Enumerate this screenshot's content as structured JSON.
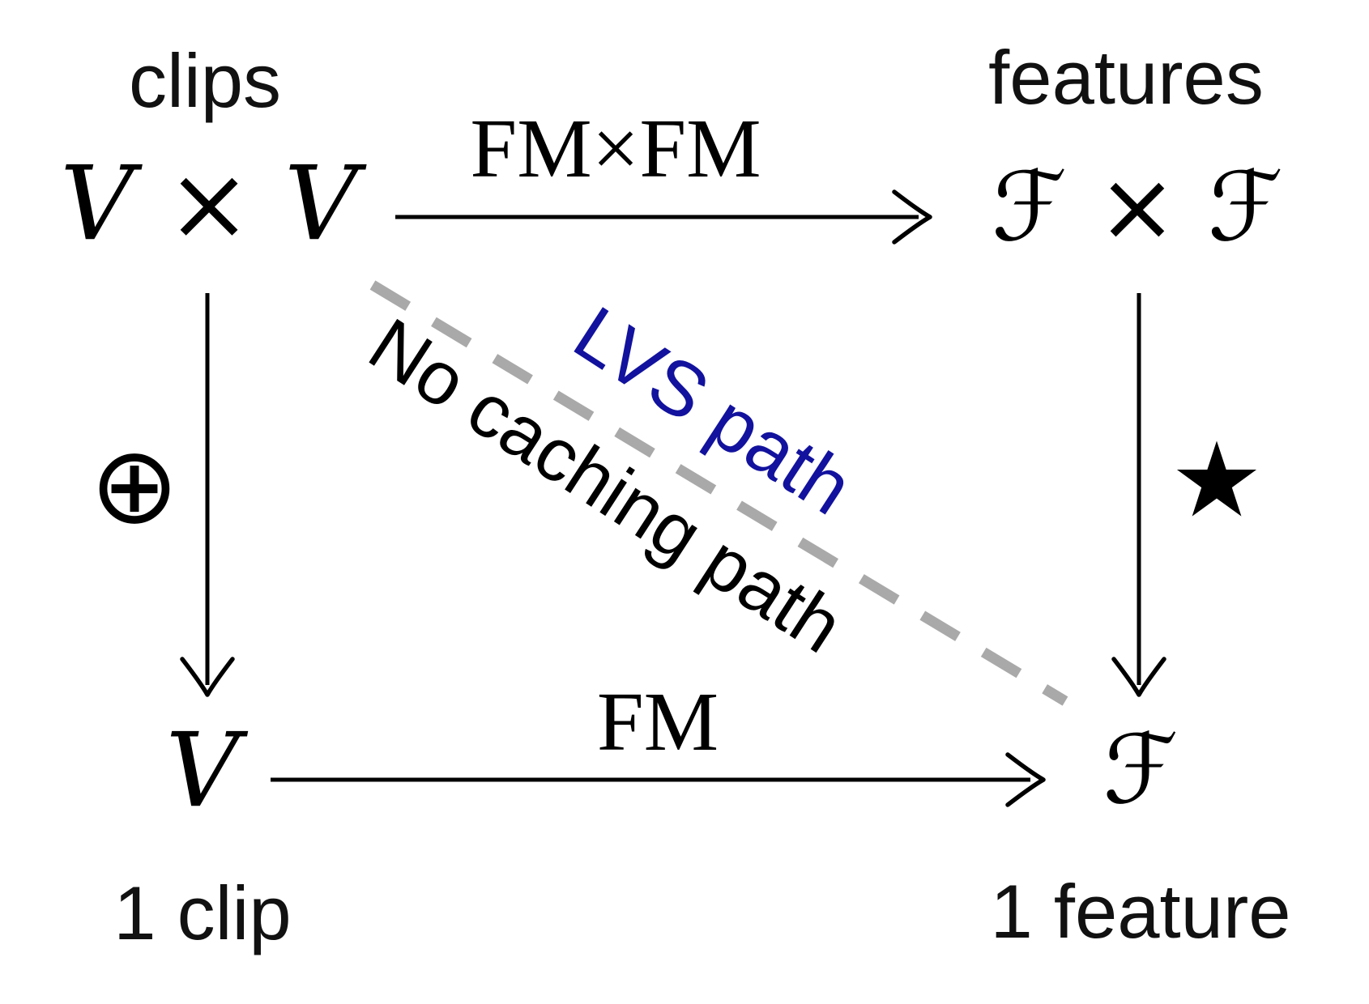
{
  "diagram": {
    "background_color": "#ffffff",
    "top_left": {
      "caption": "clips",
      "node": "𝒱 × 𝒱"
    },
    "top_right": {
      "caption": "features",
      "node": "ℱ × ℱ"
    },
    "bottom_left": {
      "caption": "1 clip",
      "node": "𝒱"
    },
    "bottom_right": {
      "caption": "1 feature",
      "node": "ℱ"
    },
    "edges": {
      "top": {
        "label": "FM×FM",
        "direction": "right",
        "style": "solid",
        "color": "#000000"
      },
      "left": {
        "symbol": "⊕",
        "symbol_name": "circled-plus",
        "direction": "down",
        "style": "solid",
        "color": "#000000"
      },
      "right": {
        "symbol": "★",
        "symbol_name": "black-star",
        "direction": "down",
        "style": "solid",
        "color": "#000000"
      },
      "bottom": {
        "label": "FM",
        "direction": "right",
        "style": "solid",
        "color": "#000000"
      }
    },
    "diagonal": {
      "style": "dashed",
      "color": "#a9a9a9",
      "from": "top-left-node",
      "to": "bottom-right-node",
      "label_above": {
        "text": "LVS path",
        "color": "#12129e"
      },
      "label_below": {
        "text": "No caching path",
        "color": "#000000"
      }
    }
  }
}
